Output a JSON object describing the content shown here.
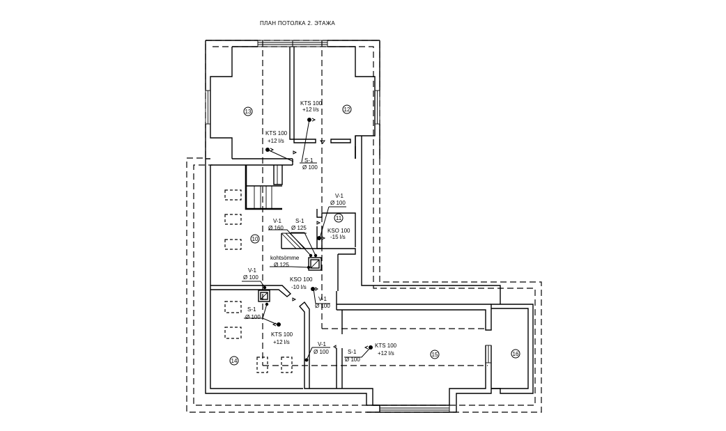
{
  "drawing": {
    "title": "ПЛАН ПОТОЛКА 2. ЭТАЖА"
  },
  "rooms": [
    {
      "id": "13"
    },
    {
      "id": "12"
    },
    {
      "id": "10"
    },
    {
      "id": "11"
    },
    {
      "id": "14"
    },
    {
      "id": "15"
    },
    {
      "id": "16"
    }
  ],
  "labels": {
    "kts_room12": {
      "line1": "KTS 100",
      "line2": "+12 l/s"
    },
    "kts_room13": {
      "line1": "KTS 100",
      "line2": "+12 l/s"
    },
    "s1_top": {
      "name": "S-1",
      "dia": "Ø 100"
    },
    "v1_room11": {
      "name": "V-1",
      "dia": "Ø 100"
    },
    "kso_room11": {
      "line1": "KSO 100",
      "line2": "-15 l/s"
    },
    "v1_160": {
      "name": "V-1",
      "dia": "Ø 160"
    },
    "s1_125": {
      "name": "S-1",
      "dia": "Ø 125"
    },
    "kohtsomme": {
      "name": "kohtsömme",
      "dia": "Ø 125"
    },
    "v1_room10": {
      "name": "V-1",
      "dia": "Ø 100"
    },
    "kso_hall": {
      "line1": "KSO 100",
      "line2": "-10 l/s"
    },
    "v1_hall": {
      "name": "V-1",
      "dia": "Ø 100"
    },
    "s1_room14": {
      "name": "S-1",
      "dia": "Ø 100"
    },
    "kts_room14": {
      "line1": "KTS 100",
      "line2": "+12 l/s"
    },
    "v1_bottom": {
      "name": "V-1",
      "dia": "Ø 100"
    },
    "s1_room15": {
      "name": "S-1",
      "dia": "Ø 100"
    },
    "kts_room15": {
      "line1": "KTS 100",
      "line2": "+12 l/s"
    }
  }
}
